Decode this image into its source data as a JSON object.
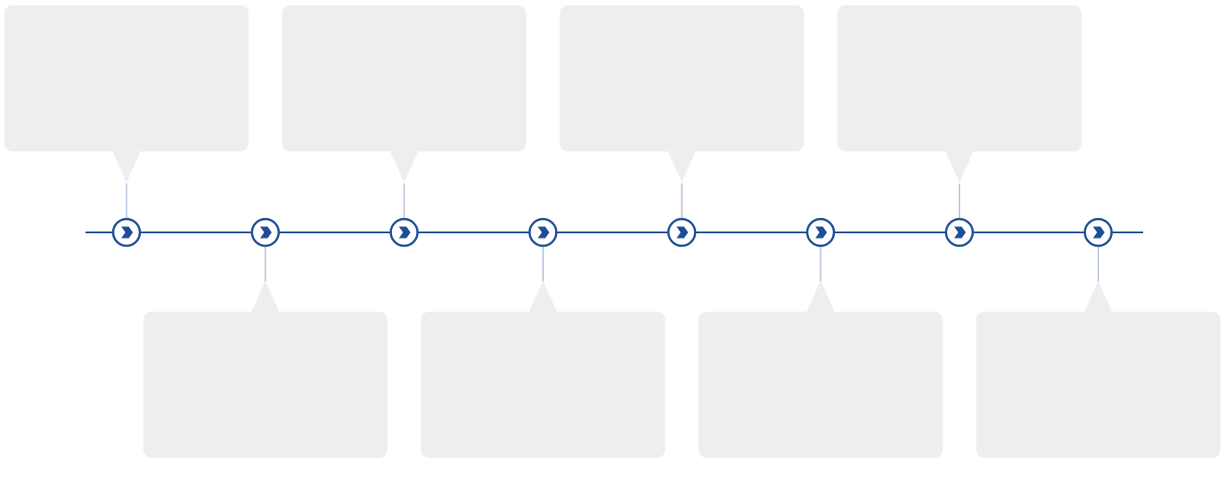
{
  "colors": {
    "line": "#1f4e96",
    "node_fill": "#ffffff",
    "chevron": "#1f4e96",
    "callout": "#eeeeee",
    "connector": "#8aa0c8",
    "background": "#ffffff"
  },
  "icons": {
    "node": "chevron-right-icon"
  },
  "timeline": {
    "nodes": [
      {
        "callout": "top",
        "text": ""
      },
      {
        "callout": "bottom",
        "text": ""
      },
      {
        "callout": "top",
        "text": ""
      },
      {
        "callout": "bottom",
        "text": ""
      },
      {
        "callout": "top",
        "text": ""
      },
      {
        "callout": "bottom",
        "text": ""
      },
      {
        "callout": "top",
        "text": ""
      },
      {
        "callout": "bottom",
        "text": ""
      }
    ]
  }
}
